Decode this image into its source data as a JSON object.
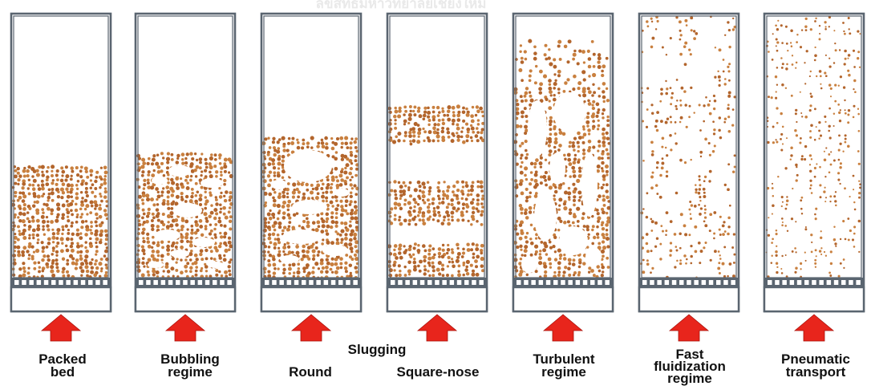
{
  "colors": {
    "column_stroke": "#5a6570",
    "particle": "#c9803f",
    "particle_dark": "#b3652c",
    "arrow": "#e8251c",
    "text": "#111111"
  },
  "regimes": [
    {
      "id": "packed-bed",
      "label_lines": [
        "Packed",
        "bed"
      ],
      "fill_fraction": 0.42
    },
    {
      "id": "bubbling",
      "label_lines": [
        "Bubbling",
        "regime"
      ],
      "fill_fraction": 0.47
    },
    {
      "id": "slugging-round",
      "label_lines": [
        "Round"
      ],
      "fill_fraction": 0.53
    },
    {
      "id": "slugging-square-nose",
      "label_lines": [
        "Square-nose"
      ],
      "fill_fraction": 0.65
    },
    {
      "id": "turbulent",
      "label_lines": [
        "Turbulent",
        "regime"
      ],
      "fill_fraction": 0.9
    },
    {
      "id": "fast-fluidization",
      "label_lines": [
        "Fast",
        "fluidization",
        "regime"
      ],
      "fill_fraction": 1.0
    },
    {
      "id": "pneumatic-transport",
      "label_lines": [
        "Pneumatic",
        "transport"
      ],
      "fill_fraction": 1.0
    }
  ],
  "group_label": "Slugging",
  "watermark_text": "ลิขสิทธิ์มหาวิทยาลัยเชียงใหม่"
}
